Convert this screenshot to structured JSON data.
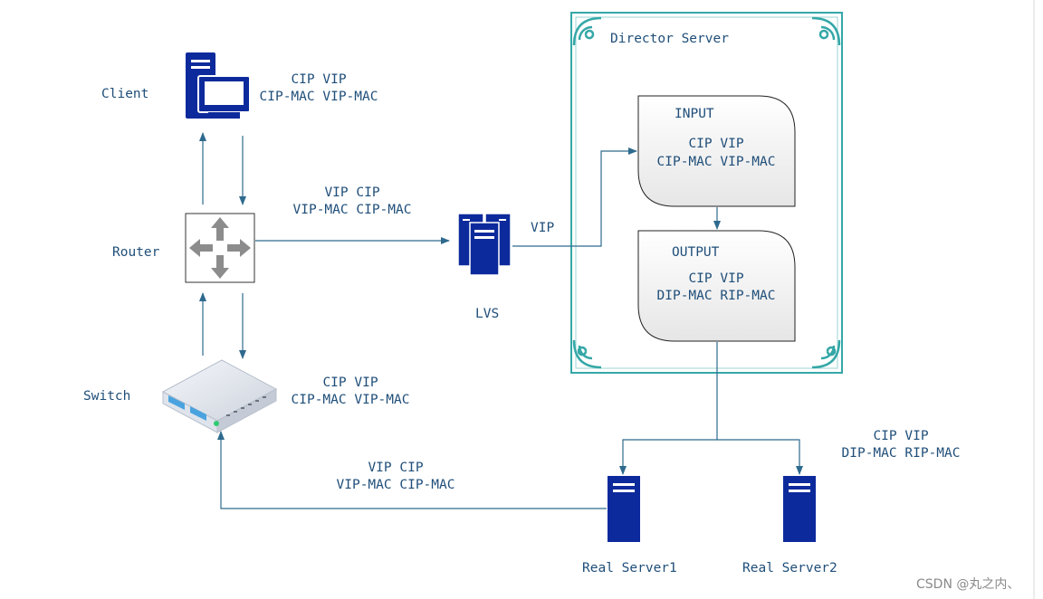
{
  "nodes": {
    "client": {
      "label": "Client"
    },
    "router": {
      "label": "Router"
    },
    "switch": {
      "label": "Switch"
    },
    "lvs": {
      "label": "LVS"
    },
    "director": {
      "label": "Director Server"
    },
    "input": {
      "label": "INPUT",
      "line1": "CIP VIP",
      "line2": "CIP-MAC VIP-MAC"
    },
    "output": {
      "label": "OUTPUT",
      "line1": "CIP VIP",
      "line2": "DIP-MAC RIP-MAC"
    },
    "real1": {
      "label": "Real Server1"
    },
    "real2": {
      "label": "Real Server2"
    }
  },
  "packets": {
    "client": {
      "line1": "CIP VIP",
      "line2": "CIP-MAC VIP-MAC"
    },
    "router_lvs": {
      "line1": "VIP CIP",
      "line2": "VIP-MAC CIP-MAC"
    },
    "lvs_director": {
      "line1": "VIP"
    },
    "switch": {
      "line1": "CIP VIP",
      "line2": "CIP-MAC VIP-MAC"
    },
    "real_return": {
      "line1": "VIP CIP",
      "line2": "VIP-MAC CIP-MAC"
    },
    "real_servers": {
      "line1": "CIP VIP",
      "line2": "DIP-MAC RIP-MAC"
    }
  },
  "watermark": "CSDN @丸之内、",
  "colors": {
    "line": "#2e6a8e",
    "text": "#1f4e79",
    "icon": "#0d2a9c",
    "frame": "#35a7a7"
  }
}
